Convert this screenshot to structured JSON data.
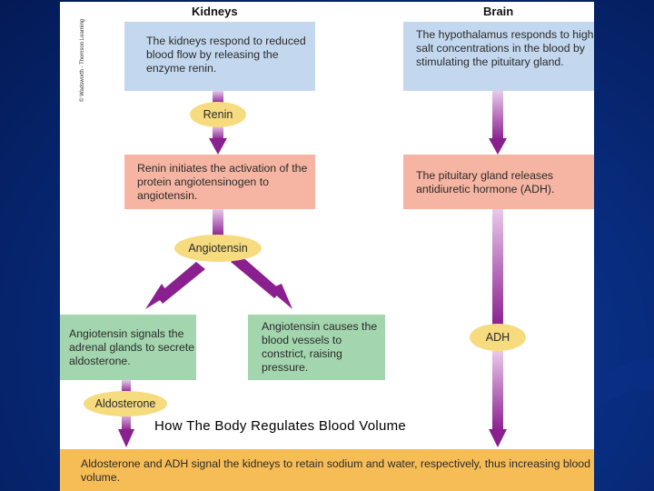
{
  "credit": "© Wadsworth - Thomson Learning",
  "headers": {
    "kidneys": "Kidneys",
    "brain": "Brain"
  },
  "boxes": {
    "kidney_blood_flow": "The kidneys respond to reduced blood flow by releasing the enzyme renin.",
    "hypothalamus": "The hypothalamus responds to high salt concentrations in the blood by stimulating the pituitary gland.",
    "renin_activation": "Renin initiates the activation of the protein angiotensinogen to angiotensin.",
    "pituitary": "The pituitary gland releases antidiuretic hormone (ADH).",
    "angiotensin_adrenal": "Angiotensin signals the adrenal glands to secrete aldosterone.",
    "angiotensin_vessels": "Angiotensin causes the blood vessels to constrict, raising pressure.",
    "final": "Aldosterone and ADH signal the kidneys to retain sodium and water, respectively, thus increasing blood volume."
  },
  "labels": {
    "renin": "Renin",
    "angiotensin": "Angiotensin",
    "adh": "ADH",
    "aldosterone": "Aldosterone"
  },
  "caption": "How The Body Regulates Blood Volume",
  "colors": {
    "blue_box": "#c3d8ef",
    "pink_box": "#f6b5a2",
    "green_box": "#a3d6ae",
    "orange_box": "#f6bd56",
    "label_pill": "#f6db7f",
    "arrow": "#8a1f8f"
  }
}
